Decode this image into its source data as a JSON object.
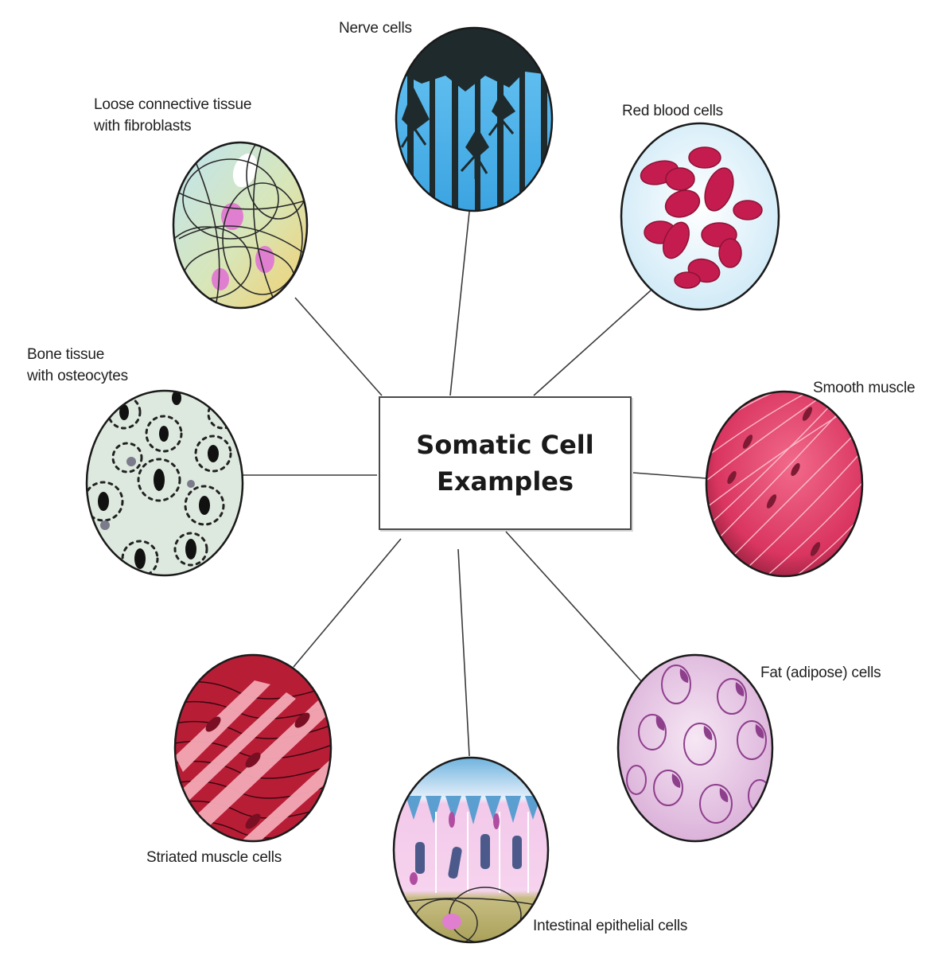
{
  "center": {
    "line1": "Somatic Cell",
    "line2": "Examples"
  },
  "labels": {
    "nerve": "Nerve cells",
    "loose_line1": "Loose connective tissue",
    "loose_line2": "with fibroblasts",
    "rbc": "Red blood cells",
    "bone_line1": "Bone tissue",
    "bone_line2": "with osteocytes",
    "smooth": "Smooth muscle",
    "fat": "Fat (adipose) cells",
    "striated": "Striated muscle cells",
    "intestinal": "Intestinal epithelial cells"
  },
  "colors": {
    "nerve_bg": "#4cb4ec",
    "nerve_cells": "#1f2a2c",
    "rbc_bg": "#dff1fb",
    "rbc_cells": "#c41c4f",
    "smooth_bg": "#e0406a",
    "fat_bg": "#e6c6e3",
    "fat_nucleus": "#8e3f8c",
    "striated_bg": "#b71e36",
    "striated_cells": "#f4a9b6",
    "intestinal_top": "#7ebde2",
    "intestinal_cells": "#f1bfe6",
    "bone_bg": "#dde9de",
    "bone_lacunae": "#111111",
    "loose_bg_top": "#c6e6f0",
    "loose_bg_bottom": "#f0d27a",
    "loose_nucleus": "#e07fd0"
  }
}
